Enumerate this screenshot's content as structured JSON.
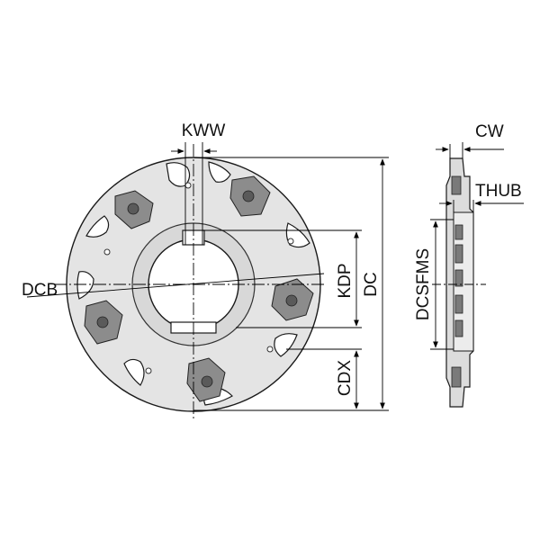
{
  "labels": {
    "kww": "KWW",
    "cw": "CW",
    "thub": "THUB",
    "dcb": "DCB",
    "kdp": "KDP",
    "dc": "DC",
    "dcsfms": "DCSFMS",
    "cdx": "CDX"
  },
  "colors": {
    "body": "#e4e4e4",
    "hub": "#d8d8d8",
    "insert": "#8c8c8c",
    "line": "#000000"
  }
}
